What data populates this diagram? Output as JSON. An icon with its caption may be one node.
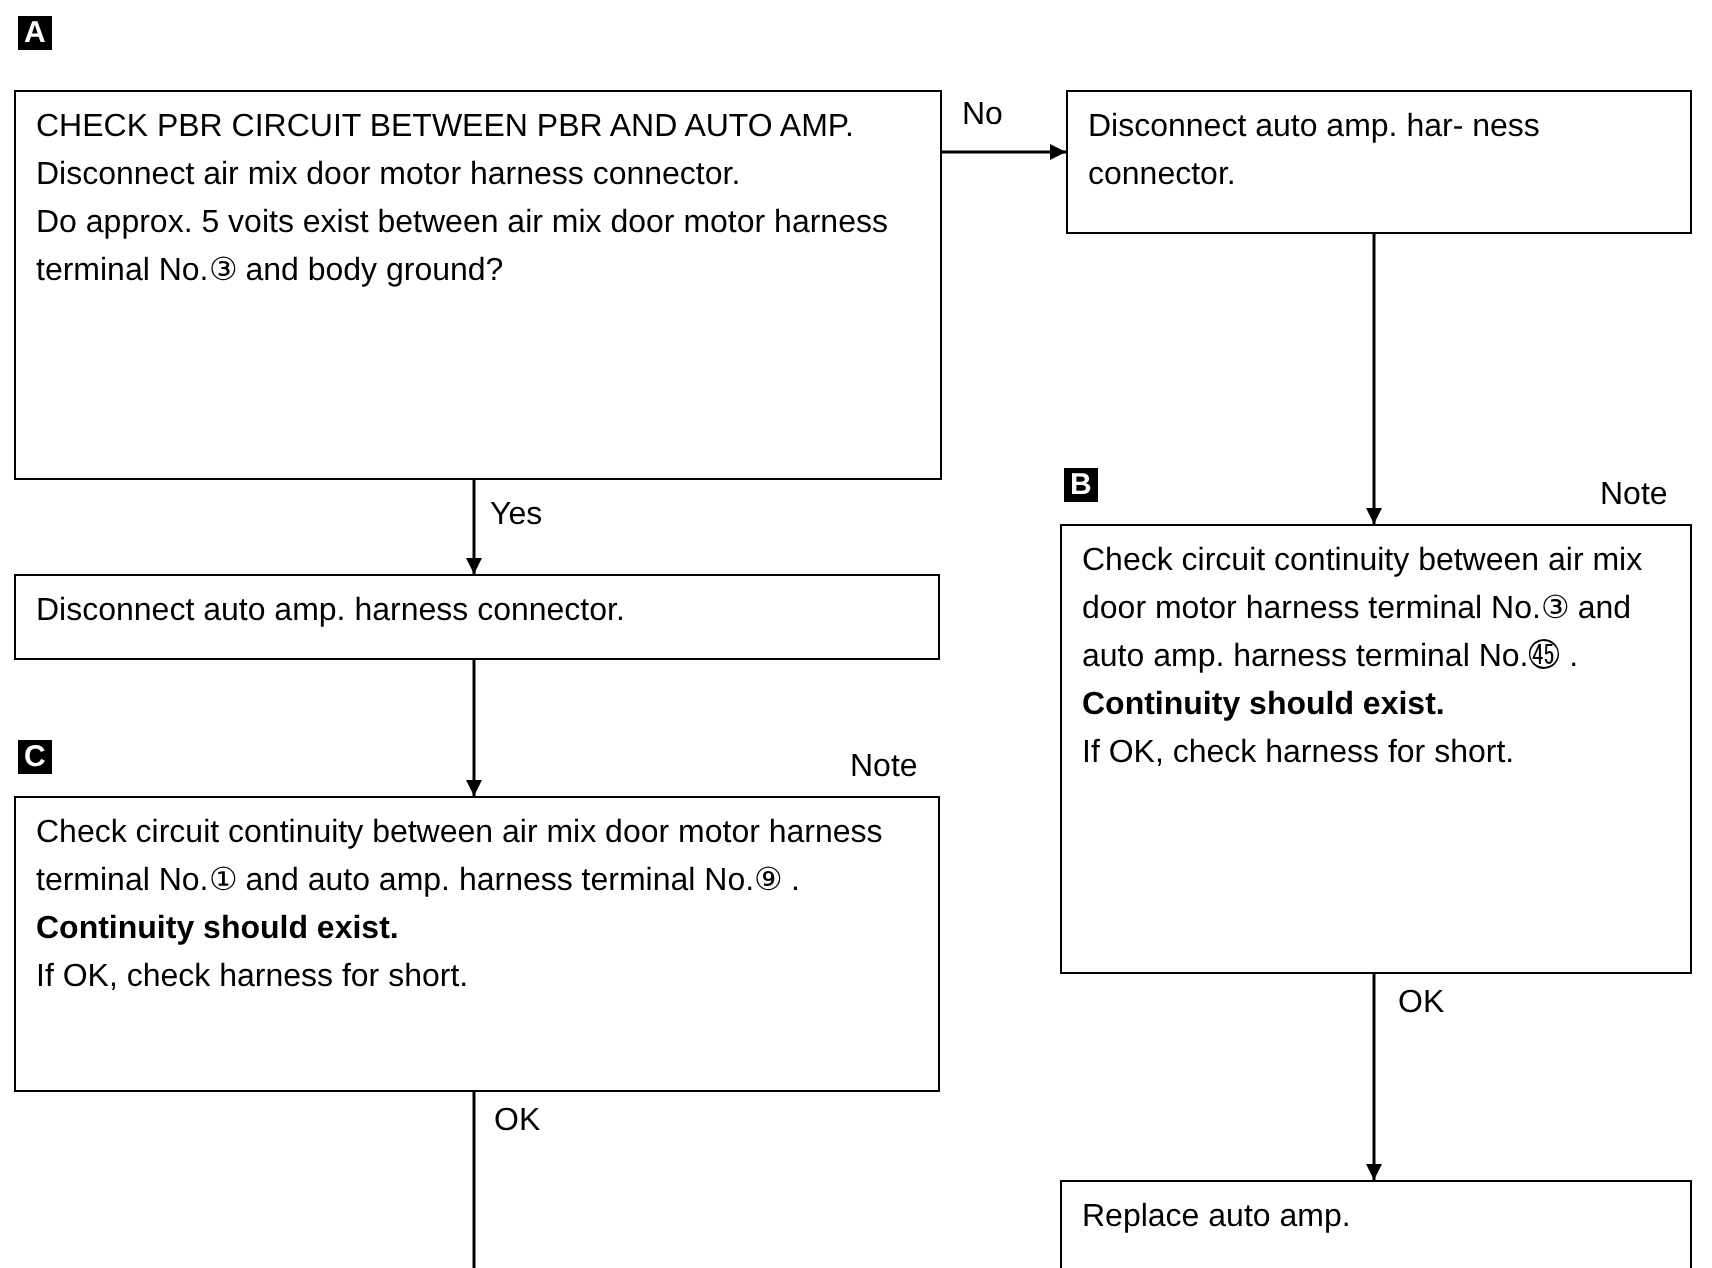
{
  "diagram": {
    "nodes": [
      {
        "text": [
          "CHECK PBR CIRCUIT BETWEEN PBR AND AUTO AMP.",
          "Disconnect air mix door motor harness connector.",
          "Do approx. 5 voits exist between air mix door motor harness terminal No.③ and body ground?"
        ],
        "beside": [
          "A"
        ]
      },
      {
        "text": [
          "Disconnect auto amp. har- ness connector."
        ]
      },
      {
        "text": [
          "Check circuit continuity between air mix door motor harness terminal No.③ and auto amp. harness terminal No.㊺ .",
          "Continuity should exist.",
          "If OK, check harness for short."
        ],
        "beside": [
          "B",
          "Note"
        ]
      },
      {
        "text": [
          "Disconnect auto amp. harness connector."
        ]
      },
      {
        "text": [
          "Check circuit continuity between air mix door motor harness terminal No.① and auto amp. harness terminal No.⑨ .",
          "Continuity should exist.",
          "If OK, check harness for short."
        ],
        "beside": [
          "C",
          "Note"
        ]
      },
      {
        "text": [
          "Replace auto amp."
        ]
      }
    ],
    "edges": [
      {
        "from": 0,
        "to": 1,
        "arrow": "to",
        "label": "No"
      },
      {
        "from": 0,
        "to": 3,
        "arrow": "to",
        "label": "Yes"
      },
      {
        "from": 1,
        "to": 2,
        "arrow": "to"
      },
      {
        "from": 3,
        "to": 4,
        "arrow": "to"
      },
      {
        "from": 4,
        "to": null,
        "arrow": "none",
        "label": "OK"
      },
      {
        "from": 2,
        "to": 5,
        "arrow": "to",
        "label": "OK"
      }
    ]
  }
}
